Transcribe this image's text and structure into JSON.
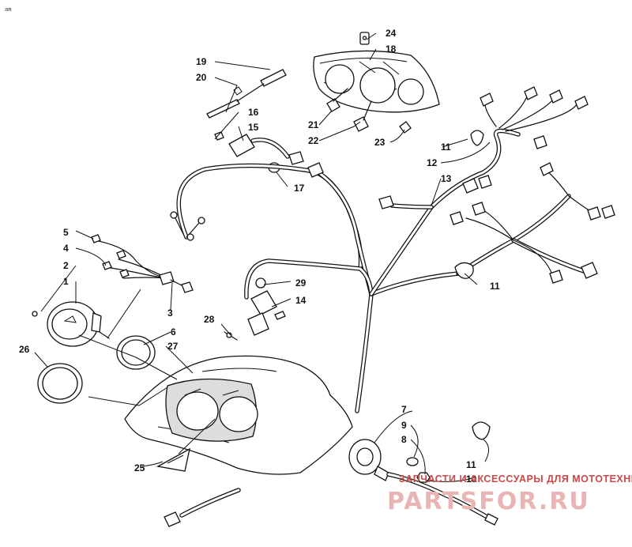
{
  "page": {
    "code": "am"
  },
  "callouts": [
    {
      "id": "c1",
      "text": "1"
    },
    {
      "id": "c2",
      "text": "2"
    },
    {
      "id": "c3",
      "text": "3"
    },
    {
      "id": "c4",
      "text": "4"
    },
    {
      "id": "c5",
      "text": "5"
    },
    {
      "id": "c6",
      "text": "6"
    },
    {
      "id": "c7",
      "text": "7"
    },
    {
      "id": "c8",
      "text": "8"
    },
    {
      "id": "c9",
      "text": "9"
    },
    {
      "id": "c10",
      "text": "10"
    },
    {
      "id": "c11a",
      "text": "11"
    },
    {
      "id": "c11b",
      "text": "11"
    },
    {
      "id": "c11c",
      "text": "11"
    },
    {
      "id": "c12",
      "text": "12"
    },
    {
      "id": "c13",
      "text": "13"
    },
    {
      "id": "c14",
      "text": "14"
    },
    {
      "id": "c15",
      "text": "15"
    },
    {
      "id": "c16",
      "text": "16"
    },
    {
      "id": "c17",
      "text": "17"
    },
    {
      "id": "c18",
      "text": "18"
    },
    {
      "id": "c19",
      "text": "19"
    },
    {
      "id": "c20",
      "text": "20"
    },
    {
      "id": "c21",
      "text": "21"
    },
    {
      "id": "c22",
      "text": "22"
    },
    {
      "id": "c23",
      "text": "23"
    },
    {
      "id": "c24",
      "text": "24"
    },
    {
      "id": "c25",
      "text": "25"
    },
    {
      "id": "c26",
      "text": "26"
    },
    {
      "id": "c27",
      "text": "27"
    },
    {
      "id": "c28",
      "text": "28"
    },
    {
      "id": "c29",
      "text": "29"
    }
  ],
  "watermark": {
    "text": "ЗАПЧАСТИ И АКСЕССУАРЫ ДЛЯ МОТОТЕХНИКИ",
    "brand": "PARTSFOR.RU",
    "color": "#c94848"
  }
}
